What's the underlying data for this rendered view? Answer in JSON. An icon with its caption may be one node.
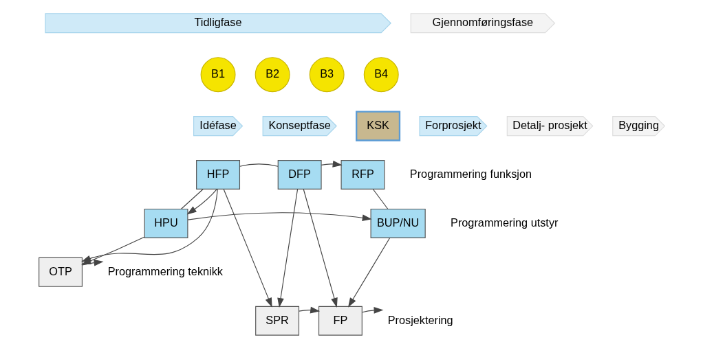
{
  "diagram": {
    "nodes": [
      {
        "text": [
          "Tidligfase"
        ]
      },
      {
        "text": [
          "Gjennomføringsfase"
        ]
      },
      {
        "text": [
          "B1"
        ]
      },
      {
        "text": [
          "B2"
        ]
      },
      {
        "text": [
          "B3"
        ]
      },
      {
        "text": [
          "B4"
        ]
      },
      {
        "text": [
          "Idéfase"
        ]
      },
      {
        "text": [
          "Konseptfase"
        ]
      },
      {
        "text": [
          "KSK"
        ]
      },
      {
        "text": [
          "Forprosjekt"
        ]
      },
      {
        "text": [
          "Detalj- prosjekt"
        ]
      },
      {
        "text": [
          "Bygging"
        ]
      },
      {
        "text": [
          "HFP"
        ]
      },
      {
        "text": [
          "DFP"
        ]
      },
      {
        "text": [
          "RFP"
        ]
      },
      {
        "text": [
          "HPU"
        ]
      },
      {
        "text": [
          "BUP/NU"
        ]
      },
      {
        "text": [
          "OTP"
        ]
      },
      {
        "text": [
          "SPR"
        ]
      },
      {
        "text": [
          "FP"
        ]
      },
      {
        "text": [
          "Programmering teknikk"
        ]
      },
      {
        "text": [
          "Prosjektering"
        ]
      }
    ],
    "edges": [
      {
        "from": 12,
        "to": 13,
        "arrow": "none"
      },
      {
        "from": 13,
        "to": 14,
        "arrow": "to"
      },
      {
        "from": 12,
        "to": 15,
        "arrow": "none"
      },
      {
        "from": 12,
        "to": 15,
        "arrow": "to"
      },
      {
        "from": 12,
        "to": 17,
        "arrow": "to"
      },
      {
        "from": 12,
        "to": 18,
        "arrow": "to"
      },
      {
        "from": 15,
        "to": 16,
        "arrow": "to"
      },
      {
        "from": 14,
        "to": 16,
        "arrow": "none"
      },
      {
        "from": 15,
        "to": 17,
        "arrow": "to"
      },
      {
        "from": 13,
        "to": 18,
        "arrow": "to"
      },
      {
        "from": 13,
        "to": 19,
        "arrow": "to"
      },
      {
        "from": 16,
        "to": 19,
        "arrow": "to"
      },
      {
        "from": 17,
        "to": 20,
        "arrow": "to"
      },
      {
        "from": 18,
        "to": 19,
        "arrow": "to"
      },
      {
        "from": 19,
        "to": 21,
        "arrow": "to"
      }
    ],
    "labels": [
      "Programmering funksjon",
      "Programmering utstyr"
    ]
  }
}
